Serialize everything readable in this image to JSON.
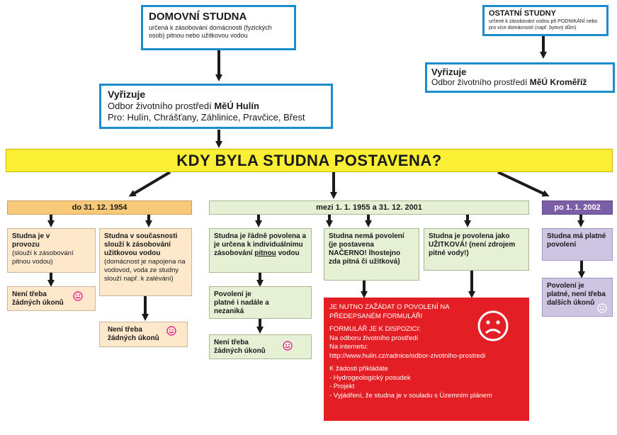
{
  "domestic": {
    "title": "DOMOVNÍ STUDNA",
    "desc": "určená k zásobování domácnosti (fyzických osob) pitnou nebo užitkovou vodou"
  },
  "other": {
    "title": "OSTATNÍ STUDNY",
    "desc": "určené k zásobování vodou při PODNIKÁNÍ nebo pro více domácností (např. bytový dům)"
  },
  "handler_hulin": {
    "title": "Vyřizuje",
    "office_prefix": "Odbor životního prostředí",
    "office_bold": "MěÚ Hulín",
    "scope": "Pro: Hulín, Chrášťany, Záhlinice, Pravčice, Břest"
  },
  "handler_kromeriz": {
    "title": "Vyřizuje",
    "office_prefix": "Odbor životního prostředí",
    "office_bold": "MěÚ Kroměříž"
  },
  "question": "KDY BYLA STUDNA POSTAVENA?",
  "periods": {
    "p1": "do 31. 12. 1954",
    "p2": "mezi 1. 1. 1955 a 31. 12. 2001",
    "p3": "po 1. 1. 2002"
  },
  "cards": {
    "c1_bold": "Studna je v provozu",
    "c1_note": "(slouží k zásobování pitnou vodou)",
    "c2_bold": "Studna v současnosti slouží k zásobování užitkovou vodou",
    "c2_note": "(domácnost je napojena na vodovod, voda ze studny slouží např. k zalévání)",
    "c3_bold_a": "Studna je řádně povolena a je určena k individuálnímu zásobování",
    "c3_underline": "pitnou",
    "c3_bold_b": "vodou",
    "c4": "Povolení je platné i nadále a nezaniká",
    "c5": "Studna nemá povolení (je postavena NAČERNO! lhostejno zda pitná či užitková)",
    "c6": "Studna je povolena jako UŽITKOVÁ! (není zdrojem pitné vody!)",
    "c7": "Studna má platné povolení",
    "c8": "Povolení je platné, není třeba dalších úkonů",
    "no_action": "Není třeba žádných úkonů"
  },
  "red_box": {
    "line1": "JE NUTNO ZAŽÁDAT O POVOLENÍ NA PŘEDEPSANÉM FORMULÁŘI",
    "line2": "FORMULÁŘ JE K DISPOZICI:",
    "line3": "Na odboru životního prostředí",
    "line4": "Na internetu:",
    "line5": "http://www.hulin.cz/radnice/odbor-zivotniho-prostredi",
    "line6": "K žádosti přikládáte",
    "item1": "- Hydrogeologický posudek",
    "item2": "- Projekt",
    "item3": "- Vyjádření, že studna je v souladu s Územním plánem"
  },
  "colors": {
    "blue_border": "#1c8ccc",
    "yellow_banner": "#fbef35",
    "peach": "#fde8cc",
    "peach_header": "#f9c97a",
    "green": "#e6f0d4",
    "violet": "#cdc5e2",
    "violet_header": "#7b5ea7",
    "red": "#e31e24",
    "smiley": "#e6007e"
  },
  "icons": {
    "happy": "smiley-icon",
    "sad": "sad-face-icon"
  }
}
